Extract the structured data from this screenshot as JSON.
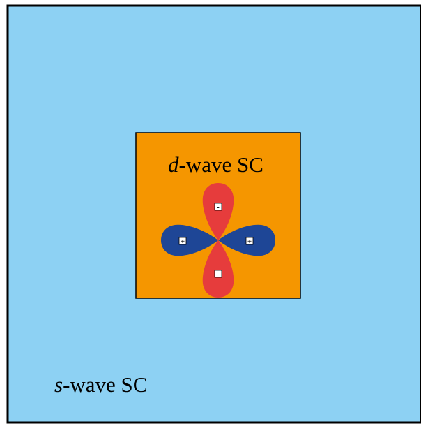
{
  "outer_region": {
    "label_italic": "s",
    "label_rest": "-wave SC",
    "color": "#8dd1f3"
  },
  "inner_region": {
    "label_italic": "d",
    "label_rest": "-wave SC",
    "color": "#f59600"
  },
  "lobes": {
    "vertical": {
      "color": "#e63c3c",
      "sign": "-"
    },
    "horizontal": {
      "color": "#1e4696",
      "sign": "+"
    }
  }
}
